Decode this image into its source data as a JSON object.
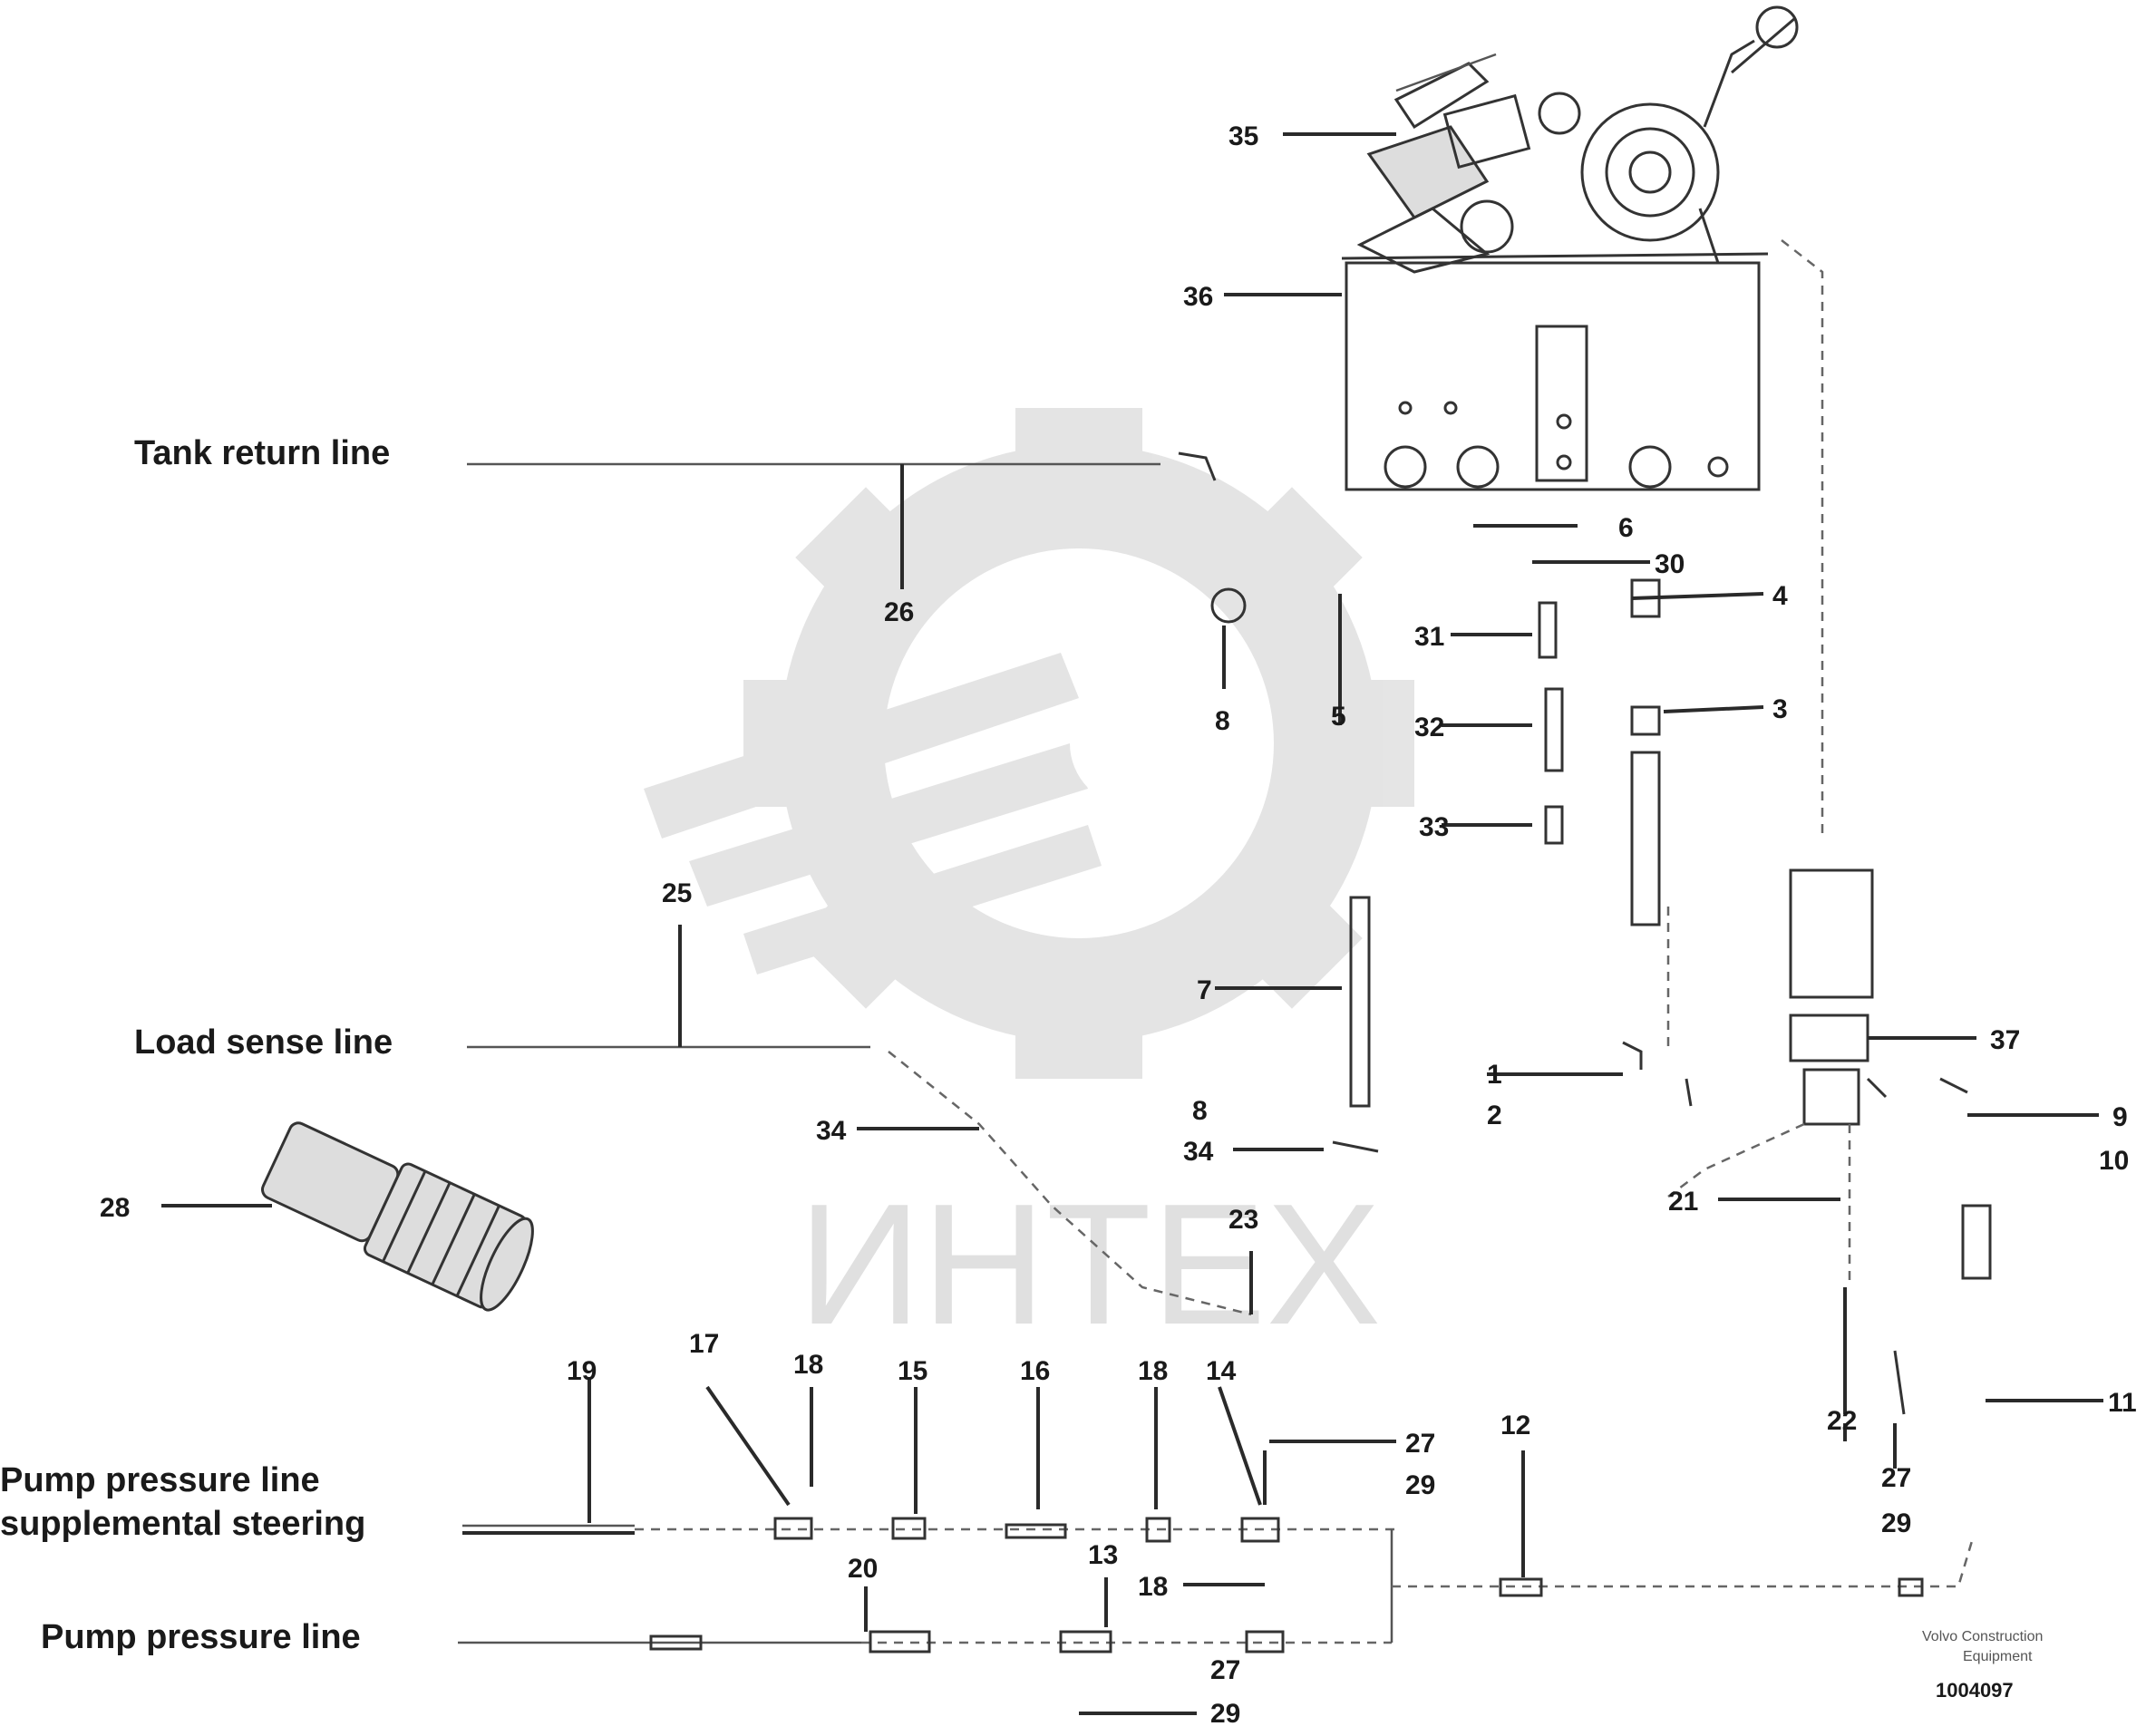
{
  "line_labels": {
    "tank_return": "Tank return line",
    "load_sense": "Load sense line",
    "pump_supp_1": "Pump pressure line",
    "pump_supp_2": "supplemental steering",
    "pump_pressure": "Pump pressure line"
  },
  "watermark": "ИНТЕХ",
  "note_lines": [
    "Volvo Construction",
    "Equipment"
  ],
  "drawing_number": "1004097",
  "callouts": {
    "c35": "35",
    "c36": "36",
    "c26": "26",
    "c6a": "6",
    "c30": "30",
    "c4": "4",
    "c31": "31",
    "c8a": "8",
    "c5": "5",
    "c32": "32",
    "c3": "3",
    "c33": "33",
    "c25": "25",
    "c7": "7",
    "c37": "37",
    "c1": "1",
    "c2": "2",
    "c9": "9",
    "c10": "10",
    "c34a": "34",
    "c8b": "8",
    "c34b": "34",
    "c28": "28",
    "c21": "21",
    "c23": "23",
    "c19": "19",
    "c17": "17",
    "c18a": "18",
    "c15": "15",
    "c16": "16",
    "c18b": "18",
    "c14": "14",
    "c27a": "27",
    "c29a": "29",
    "c12": "12",
    "c11": "11",
    "c22": "22",
    "c27b": "27",
    "c29b": "29",
    "c20": "20",
    "c13": "13",
    "c18c": "18",
    "c27c": "27",
    "c29c": "29"
  }
}
